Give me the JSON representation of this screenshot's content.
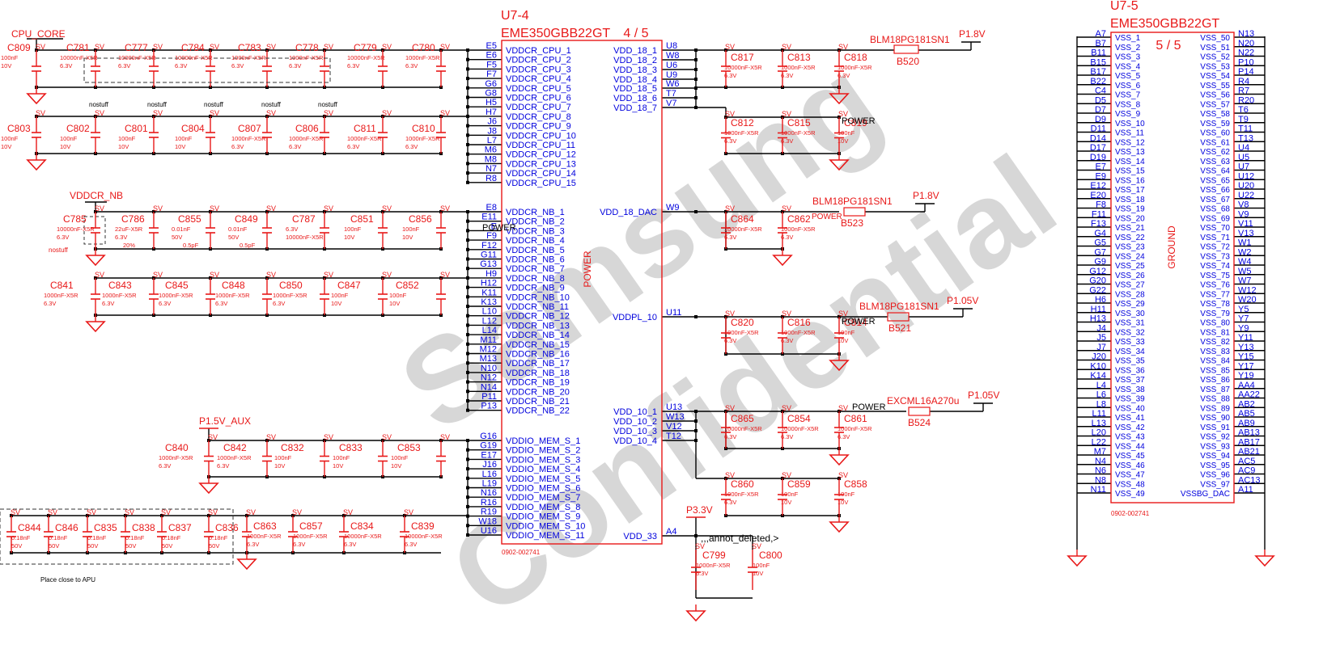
{
  "colors": {
    "wire": "#000000",
    "part": "#e81818",
    "pin": "#0000dd",
    "watermark": "#b7b7b7"
  },
  "watermark": [
    "Samsung",
    "Confidential"
  ],
  "power_nets": {
    "cpu_core": "CPU_CORE",
    "vddcr_nb": "VDDCR_NB",
    "p1v5_aux": "P1.5V_AUX",
    "p1v8_a": "P1.8V",
    "p1v8_b": "P1.8V",
    "p1v05_a": "P1.05V",
    "p1v05_b": "P1.05V",
    "p3v3": "P3.3V"
  },
  "u74": {
    "ref": "U7-4",
    "part": "EME350GBB22GT",
    "sheet": "4 / 5",
    "function": "POWER",
    "doc": "0902-002741",
    "left_pins": [
      {
        "num": "E5",
        "name": "VDDCR_CPU_1"
      },
      {
        "num": "E6",
        "name": "VDDCR_CPU_2"
      },
      {
        "num": "F5",
        "name": "VDDCR_CPU_3"
      },
      {
        "num": "F7",
        "name": "VDDCR_CPU_4"
      },
      {
        "num": "G6",
        "name": "VDDCR_CPU_5"
      },
      {
        "num": "G8",
        "name": "VDDCR_CPU_6"
      },
      {
        "num": "H5",
        "name": "VDDCR_CPU_7"
      },
      {
        "num": "H7",
        "name": "VDDCR_CPU_8"
      },
      {
        "num": "J6",
        "name": "VDDCR_CPU_9"
      },
      {
        "num": "J8",
        "name": "VDDCR_CPU_10"
      },
      {
        "num": "L7",
        "name": "VDDCR_CPU_11"
      },
      {
        "num": "M6",
        "name": "VDDCR_CPU_12"
      },
      {
        "num": "M8",
        "name": "VDDCR_CPU_13"
      },
      {
        "num": "N7",
        "name": "VDDCR_CPU_14"
      },
      {
        "num": "R8",
        "name": "VDDCR_CPU_15"
      },
      {
        "num": "E8",
        "name": "VDDCR_NB_1"
      },
      {
        "num": "E11",
        "name": "VDDCR_NB_2"
      },
      {
        "num": "E",
        "name": "VDDCR_NB_3"
      },
      {
        "num": "F9",
        "name": "VDDCR_NB_4"
      },
      {
        "num": "F12",
        "name": "VDDCR_NB_5"
      },
      {
        "num": "G11",
        "name": "VDDCR_NB_6"
      },
      {
        "num": "G13",
        "name": "VDDCR_NB_7"
      },
      {
        "num": "H9",
        "name": "VDDCR_NB_8"
      },
      {
        "num": "H12",
        "name": "VDDCR_NB_9"
      },
      {
        "num": "K11",
        "name": "VDDCR_NB_10"
      },
      {
        "num": "K13",
        "name": "VDDCR_NB_11"
      },
      {
        "num": "L10",
        "name": "VDDCR_NB_12"
      },
      {
        "num": "L12",
        "name": "VDDCR_NB_13"
      },
      {
        "num": "L14",
        "name": "VDDCR_NB_14"
      },
      {
        "num": "M11",
        "name": "VDDCR_NB_15"
      },
      {
        "num": "M12",
        "name": "VDDCR_NB_16"
      },
      {
        "num": "M13",
        "name": "VDDCR_NB_17"
      },
      {
        "num": "N10",
        "name": "VDDCR_NB_18"
      },
      {
        "num": "N12",
        "name": "VDDCR_NB_19"
      },
      {
        "num": "N14",
        "name": "VDDCR_NB_20"
      },
      {
        "num": "P11",
        "name": "VDDCR_NB_21"
      },
      {
        "num": "P13",
        "name": "VDDCR_NB_22"
      },
      {
        "num": "G16",
        "name": "VDDIO_MEM_S_1"
      },
      {
        "num": "G19",
        "name": "VDDIO_MEM_S_2"
      },
      {
        "num": "E17",
        "name": "VDDIO_MEM_S_3"
      },
      {
        "num": "J16",
        "name": "VDDIO_MEM_S_4"
      },
      {
        "num": "L16",
        "name": "VDDIO_MEM_S_5"
      },
      {
        "num": "L19",
        "name": "VDDIO_MEM_S_6"
      },
      {
        "num": "N16",
        "name": "VDDIO_MEM_S_7"
      },
      {
        "num": "R16",
        "name": "VDDIO_MEM_S_8"
      },
      {
        "num": "R19",
        "name": "VDDIO_MEM_S_9"
      },
      {
        "num": "W18",
        "name": "VDDIO_MEM_S_10"
      },
      {
        "num": "U16",
        "name": "VDDIO_MEM_S_11"
      }
    ],
    "right_pins": [
      {
        "num": "U8",
        "name": "VDD_18_1"
      },
      {
        "num": "W8",
        "name": "VDD_18_2"
      },
      {
        "num": "U6",
        "name": "VDD_18_3"
      },
      {
        "num": "U9",
        "name": "VDD_18_4"
      },
      {
        "num": "W6",
        "name": "VDD_18_5"
      },
      {
        "num": "T7",
        "name": "VDD_18_6"
      },
      {
        "num": "V7",
        "name": "VDD_18_7"
      },
      {
        "num": "W9",
        "name": "VDD_18_DAC"
      },
      {
        "num": "U11",
        "name": "VDDPL_10"
      },
      {
        "num": "U13",
        "name": "VDD_10_1"
      },
      {
        "num": "W13",
        "name": "VDD_10_2"
      },
      {
        "num": "V12",
        "name": "VDD_10_3"
      },
      {
        "num": "T12",
        "name": "VDD_10_4"
      },
      {
        "num": "A4",
        "name": "VDD_33"
      }
    ]
  },
  "u75": {
    "ref": "U7-5",
    "part": "EME350GBB22GT",
    "sheet": "5 / 5",
    "function": "GROUND",
    "doc": "0902-002741",
    "left_pins": [
      "A7",
      "B7",
      "B11",
      "B15",
      "B17",
      "B22",
      "C4",
      "D5",
      "D7",
      "D9",
      "D11",
      "D14",
      "D17",
      "D19",
      "E7",
      "E9",
      "E12",
      "E20",
      "F8",
      "F11",
      "F13",
      "G4",
      "G5",
      "G7",
      "G9",
      "G12",
      "G20",
      "G22",
      "H6",
      "H11",
      "H13",
      "J4",
      "J5",
      "J7",
      "J20",
      "K10",
      "K14",
      "L4",
      "L6",
      "L8",
      "L11",
      "L13",
      "L20",
      "L22",
      "M7",
      "N4",
      "N6",
      "N8",
      "N11"
    ],
    "left_names_start": 1,
    "right_pins": [
      "N13",
      "N20",
      "N22",
      "P10",
      "P14",
      "R4",
      "R7",
      "R20",
      "T6",
      "T9",
      "T11",
      "T13",
      "U4",
      "U5",
      "U7",
      "U12",
      "U20",
      "U22",
      "V8",
      "V9",
      "V11",
      "V13",
      "W1",
      "W2",
      "W4",
      "W5",
      "W7",
      "W12",
      "W20",
      "Y5",
      "Y7",
      "Y9",
      "Y11",
      "Y13",
      "Y15",
      "Y17",
      "Y19",
      "AA4",
      "AA22",
      "AB2",
      "AB5",
      "AB9",
      "AB13",
      "AB17",
      "AB21",
      "AC5",
      "AC9",
      "AC13",
      "A11"
    ],
    "right_names_start": 50,
    "last_right_name": "VSSBG_DAC"
  },
  "capacitors": [
    {
      "ref": "C809",
      "value": "100nF",
      "rating": "10V"
    },
    {
      "ref": "C781",
      "value": "10000nF-X5R",
      "rating": "6.3V"
    },
    {
      "ref": "C777",
      "value": "10000nF-X5R",
      "rating": "6.3V"
    },
    {
      "ref": "C784",
      "value": "10000nF-X5R",
      "rating": "6.3V"
    },
    {
      "ref": "C783",
      "value": "1000nF-X5R",
      "rating": "6.3V"
    },
    {
      "ref": "C778",
      "value": "1000nF-X5R",
      "rating": "6.3V"
    },
    {
      "ref": "C779",
      "value": "10000nF-X5R",
      "rating": "6.3V"
    },
    {
      "ref": "C780",
      "value": "1000nF-X5R",
      "rating": "6.3V"
    },
    {
      "ref": "C803",
      "value": "100nF",
      "rating": "10V"
    },
    {
      "ref": "C802",
      "value": "100nF",
      "rating": "10V"
    },
    {
      "ref": "C801",
      "value": "100nF",
      "rating": "10V"
    },
    {
      "ref": "C804",
      "value": "100nF",
      "rating": "10V"
    },
    {
      "ref": "C807",
      "value": "1000nF-X5R",
      "rating": "6.3V"
    },
    {
      "ref": "C806",
      "value": "1000nF-X5R",
      "rating": "6.3V"
    },
    {
      "ref": "C811",
      "value": "1000nF-X5R",
      "rating": "6.3V"
    },
    {
      "ref": "C810",
      "value": "1000nF-X5R",
      "rating": "6.3V"
    },
    {
      "ref": "C785",
      "value": "10000nF-X5R",
      "rating": "6.3V"
    },
    {
      "ref": "C786",
      "value": "22uF-X5R",
      "rating": "6.3V"
    },
    {
      "ref": "C855",
      "value": "0.01nF",
      "rating": "50V"
    },
    {
      "ref": "C849",
      "value": "0.01nF",
      "rating": "50V"
    },
    {
      "ref": "C787",
      "value": "6.3V",
      "rating": "10000nF-X5R"
    },
    {
      "ref": "C851",
      "value": "100nF",
      "rating": "10V"
    },
    {
      "ref": "C856",
      "value": "100nF",
      "rating": "10V"
    },
    {
      "ref": "C841",
      "value": "1000nF-X5R",
      "rating": "6.3V"
    },
    {
      "ref": "C843",
      "value": "1000nF-X5R",
      "rating": "6.3V"
    },
    {
      "ref": "C845",
      "value": "1000nF-X5R",
      "rating": "6.3V"
    },
    {
      "ref": "C848",
      "value": "1000nF-X5R",
      "rating": "6.3V"
    },
    {
      "ref": "C850",
      "value": "1000nF-X5R",
      "rating": "6.3V"
    },
    {
      "ref": "C847",
      "value": "100nF",
      "rating": "10V"
    },
    {
      "ref": "C852",
      "value": "100nF",
      "rating": "10V"
    },
    {
      "ref": "C840",
      "value": "1000nF-X5R",
      "rating": "6.3V"
    },
    {
      "ref": "C842",
      "value": "1000nF-X5R",
      "rating": "6.3V"
    },
    {
      "ref": "C832",
      "value": "100nF",
      "rating": "10V"
    },
    {
      "ref": "C833",
      "value": "100nF",
      "rating": "10V"
    },
    {
      "ref": "C853",
      "value": "100nF",
      "rating": "10V"
    },
    {
      "ref": "C844",
      "value": "0.18nF",
      "rating": "50V"
    },
    {
      "ref": "C846",
      "value": "0.18nF",
      "rating": "50V"
    },
    {
      "ref": "C835",
      "value": "0.18nF",
      "rating": "50V"
    },
    {
      "ref": "C838",
      "value": "0.18nF",
      "rating": "50V"
    },
    {
      "ref": "C837",
      "value": "0.18nF",
      "rating": "50V"
    },
    {
      "ref": "C836",
      "value": "0.18nF",
      "rating": "50V"
    },
    {
      "ref": "C863",
      "value": "1000nF-X5R",
      "rating": "6.3V"
    },
    {
      "ref": "C857",
      "value": "1000nF-X5R",
      "rating": "6.3V"
    },
    {
      "ref": "C834",
      "value": "10000nF-X5R",
      "rating": "6.3V"
    },
    {
      "ref": "C839",
      "value": "10000nF-X5R",
      "rating": "6.3V"
    },
    {
      "ref": "C817",
      "value": "10000nF-X5R",
      "rating": "6.3V"
    },
    {
      "ref": "C813",
      "value": "1000nF-X5R",
      "rating": "6.3V"
    },
    {
      "ref": "C818",
      "value": "1000nF-X5R",
      "rating": "6.3V"
    },
    {
      "ref": "C812",
      "value": "1000nF-X5R",
      "rating": "6.3V"
    },
    {
      "ref": "C815",
      "value": "1000nF-X5R",
      "rating": "6.3V"
    },
    {
      "ref": "C819",
      "value": "100nF",
      "rating": "10V"
    },
    {
      "ref": "C864",
      "value": "10000nF-X5R",
      "rating": "6.3V"
    },
    {
      "ref": "C862",
      "value": "1000nF-X5R",
      "rating": "6.3V"
    },
    {
      "ref": "C820",
      "value": "1000nF-X5R",
      "rating": "6.3V"
    },
    {
      "ref": "C816",
      "value": "1000nF-X5R",
      "rating": "6.3V"
    },
    {
      "ref": "C814",
      "value": "100nF",
      "rating": "10V"
    },
    {
      "ref": "C865",
      "value": "10000nF-X5R",
      "rating": "6.3V"
    },
    {
      "ref": "C854",
      "value": "10000nF-X5R",
      "rating": "6.3V"
    },
    {
      "ref": "C861",
      "value": "1000nF-X5R",
      "rating": "6.3V"
    },
    {
      "ref": "C860",
      "value": "1000nF-X5R",
      "rating": "6.3V"
    },
    {
      "ref": "C859",
      "value": "100nF",
      "rating": "10V"
    },
    {
      "ref": "C858",
      "value": "100nF",
      "rating": "10V"
    },
    {
      "ref": "C799",
      "value": "1000nF-X5R",
      "rating": "6.3V"
    },
    {
      "ref": "C800",
      "value": "100nF",
      "rating": "10V"
    }
  ],
  "ferrites": [
    {
      "ref": "B520",
      "part": "BLM18PG181SN1"
    },
    {
      "ref": "B523",
      "part": "BLM18PG181SN1"
    },
    {
      "ref": "B521",
      "part": "BLM18PG181SN1"
    },
    {
      "ref": "B524",
      "part": "EXCML16A270u"
    }
  ],
  "annotations": {
    "nostuff": "nostuff",
    "place_close": "Place close to APU",
    "power_tag": "POWER",
    "annot_deleted": ",,,annot_deleted,>",
    "sv": "SV",
    "c786_tol": "20%",
    "c855_sub": "0.5pF",
    "c849_sub": "0.5pF"
  }
}
